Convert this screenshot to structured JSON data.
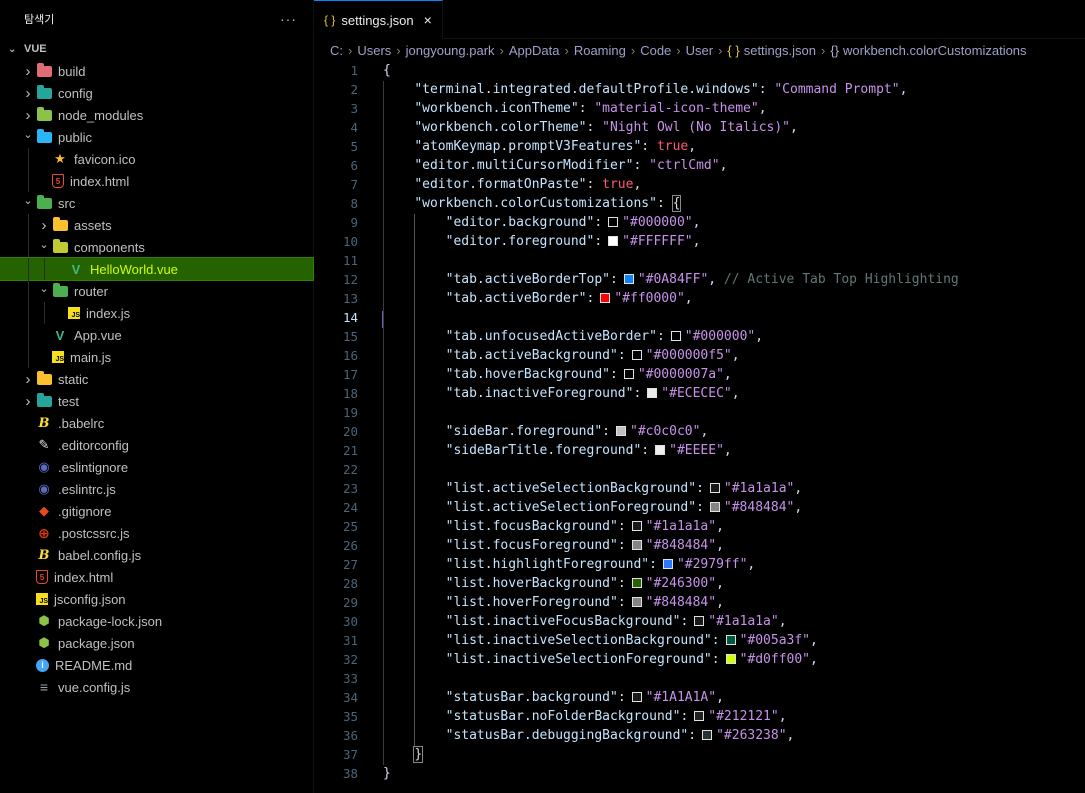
{
  "sidebar": {
    "title": "탐색기",
    "more_label": "···",
    "section": "VUE",
    "items": [
      {
        "label": "build",
        "type": "folder",
        "depth": 1,
        "color": "#e06c75",
        "icon": "folder-build-icon"
      },
      {
        "label": "config",
        "type": "folder",
        "depth": 1,
        "color": "#26a69a",
        "icon": "folder-config-icon"
      },
      {
        "label": "node_modules",
        "type": "folder",
        "depth": 1,
        "color": "#8bc34a",
        "icon": "folder-node-icon"
      },
      {
        "label": "public",
        "type": "folder-open",
        "depth": 1,
        "color": "#29b6f6",
        "icon": "folder-public-icon"
      },
      {
        "label": "favicon.ico",
        "type": "file",
        "depth": 2,
        "color": "#fbc02d",
        "icon": "star-icon"
      },
      {
        "label": "index.html",
        "type": "file",
        "depth": 2,
        "color": "#e44d26",
        "icon": "html5-icon"
      },
      {
        "label": "src",
        "type": "folder-open",
        "depth": 1,
        "color": "#4caf50",
        "icon": "folder-src-icon"
      },
      {
        "label": "assets",
        "type": "folder",
        "depth": 2,
        "color": "#fbc02d",
        "icon": "folder-icon"
      },
      {
        "label": "components",
        "type": "folder-open",
        "depth": 2,
        "color": "#c0ca33",
        "icon": "folder-components-icon"
      },
      {
        "label": "HelloWorld.vue",
        "type": "file",
        "depth": 3,
        "color": "#41b883",
        "icon": "vue-icon",
        "selected": true
      },
      {
        "label": "router",
        "type": "folder-open",
        "depth": 2,
        "color": "#4caf50",
        "icon": "folder-router-icon"
      },
      {
        "label": "index.js",
        "type": "file",
        "depth": 3,
        "color": "#f7df1e",
        "icon": "javascript-icon"
      },
      {
        "label": "App.vue",
        "type": "file",
        "depth": 2,
        "color": "#41b883",
        "icon": "vue-icon"
      },
      {
        "label": "main.js",
        "type": "file",
        "depth": 2,
        "color": "#f7df1e",
        "icon": "javascript-icon"
      },
      {
        "label": "static",
        "type": "folder",
        "depth": 1,
        "color": "#fbc02d",
        "icon": "folder-icon"
      },
      {
        "label": "test",
        "type": "folder",
        "depth": 1,
        "color": "#26a69a",
        "icon": "folder-test-icon"
      },
      {
        "label": ".babelrc",
        "type": "file",
        "depth": 1,
        "color": "#f9dc3e",
        "icon": "babel-icon"
      },
      {
        "label": ".editorconfig",
        "type": "file",
        "depth": 1,
        "color": "#e0e0e0",
        "icon": "editorconfig-icon"
      },
      {
        "label": ".eslintignore",
        "type": "file",
        "depth": 1,
        "color": "#5c6bc0",
        "icon": "eslint-icon"
      },
      {
        "label": ".eslintrc.js",
        "type": "file",
        "depth": 1,
        "color": "#5c6bc0",
        "icon": "eslint-icon"
      },
      {
        "label": ".gitignore",
        "type": "file",
        "depth": 1,
        "color": "#e64a19",
        "icon": "git-icon"
      },
      {
        "label": ".postcssrc.js",
        "type": "file",
        "depth": 1,
        "color": "#dd3a0a",
        "icon": "postcss-icon"
      },
      {
        "label": "babel.config.js",
        "type": "file",
        "depth": 1,
        "color": "#f9dc3e",
        "icon": "babel-icon"
      },
      {
        "label": "index.html",
        "type": "file",
        "depth": 1,
        "color": "#e44d26",
        "icon": "html5-icon"
      },
      {
        "label": "jsconfig.json",
        "type": "file",
        "depth": 1,
        "color": "#f7df1e",
        "icon": "jsconfig-icon"
      },
      {
        "label": "package-lock.json",
        "type": "file",
        "depth": 1,
        "color": "#8bc34a",
        "icon": "nodejs-icon"
      },
      {
        "label": "package.json",
        "type": "file",
        "depth": 1,
        "color": "#8bc34a",
        "icon": "nodejs-icon"
      },
      {
        "label": "README.md",
        "type": "file",
        "depth": 1,
        "color": "#42a5f5",
        "icon": "info-icon"
      },
      {
        "label": "vue.config.js",
        "type": "file",
        "depth": 1,
        "color": "#90a4ae",
        "icon": "vue-config-icon"
      }
    ]
  },
  "editor": {
    "tab_label": "settings.json",
    "tab_icon": "{ }",
    "tab_close": "×",
    "breadcrumb": [
      "C:",
      "Users",
      "jongyoung.park",
      "AppData",
      "Roaming",
      "Code",
      "User",
      "settings.json",
      "workbench.colorCustomizations"
    ],
    "current_line": 14,
    "lines": [
      {
        "n": 1,
        "indent": 0,
        "text": "{"
      },
      {
        "n": 2,
        "indent": 1,
        "key": "\"terminal.integrated.defaultProfile.windows\"",
        "value": "\"Command Prompt\"",
        "vtype": "strv",
        "tail": ","
      },
      {
        "n": 3,
        "indent": 1,
        "key": "\"workbench.iconTheme\"",
        "value": "\"material-icon-theme\"",
        "vtype": "strv",
        "tail": ","
      },
      {
        "n": 4,
        "indent": 1,
        "key": "\"workbench.colorTheme\"",
        "value": "\"Night Owl (No Italics)\"",
        "vtype": "strv",
        "tail": ","
      },
      {
        "n": 5,
        "indent": 1,
        "key": "\"atomKeymap.promptV3Features\"",
        "value": "true",
        "vtype": "bool",
        "tail": ","
      },
      {
        "n": 6,
        "indent": 1,
        "key": "\"editor.multiCursorModifier\"",
        "value": "\"ctrlCmd\"",
        "vtype": "strv",
        "tail": ","
      },
      {
        "n": 7,
        "indent": 1,
        "key": "\"editor.formatOnPaste\"",
        "value": "true",
        "vtype": "bool",
        "tail": ","
      },
      {
        "n": 8,
        "indent": 1,
        "key": "\"workbench.colorCustomizations\"",
        "value": "{",
        "vtype": "brace",
        "tail": ""
      },
      {
        "n": 9,
        "indent": 2,
        "key": "\"editor.background\"",
        "value": "\"#000000\"",
        "vtype": "strv",
        "swatch": "#000000",
        "tail": ","
      },
      {
        "n": 10,
        "indent": 2,
        "key": "\"editor.foreground\"",
        "value": "\"#FFFFFF\"",
        "vtype": "strv",
        "swatch": "#FFFFFF",
        "tail": ","
      },
      {
        "n": 11,
        "indent": 2,
        "text": ""
      },
      {
        "n": 12,
        "indent": 2,
        "key": "\"tab.activeBorderTop\"",
        "value": "\"#0A84FF\"",
        "vtype": "strv",
        "swatch": "#0A84FF",
        "tail": ",",
        "comment": " // Active Tab Top Highlighting"
      },
      {
        "n": 13,
        "indent": 2,
        "key": "\"tab.activeBorder\"",
        "value": "\"#ff0000\"",
        "vtype": "strv",
        "swatch": "#ff0000",
        "tail": ","
      },
      {
        "n": 14,
        "indent": 2,
        "text": ""
      },
      {
        "n": 15,
        "indent": 2,
        "key": "\"tab.unfocusedActiveBorder\"",
        "value": "\"#000000\"",
        "vtype": "strv",
        "swatch": "#000000",
        "tail": ","
      },
      {
        "n": 16,
        "indent": 2,
        "key": "\"tab.activeBackground\"",
        "value": "\"#000000f5\"",
        "vtype": "strv",
        "swatch": "#000000",
        "tail": ","
      },
      {
        "n": 17,
        "indent": 2,
        "key": "\"tab.hoverBackground\"",
        "value": "\"#0000007a\"",
        "vtype": "strv",
        "swatch": "#000000",
        "tail": ","
      },
      {
        "n": 18,
        "indent": 2,
        "key": "\"tab.inactiveForeground\"",
        "value": "\"#ECECEC\"",
        "vtype": "strv",
        "swatch": "#ECECEC",
        "tail": ","
      },
      {
        "n": 19,
        "indent": 2,
        "text": ""
      },
      {
        "n": 20,
        "indent": 2,
        "key": "\"sideBar.foreground\"",
        "value": "\"#c0c0c0\"",
        "vtype": "strv",
        "swatch": "#c0c0c0",
        "tail": ","
      },
      {
        "n": 21,
        "indent": 2,
        "key": "\"sideBarTitle.foreground\"",
        "value": "\"#EEEE\"",
        "vtype": "strv",
        "swatch": "#EEEEEE",
        "tail": ","
      },
      {
        "n": 22,
        "indent": 2,
        "text": ""
      },
      {
        "n": 23,
        "indent": 2,
        "key": "\"list.activeSelectionBackground\"",
        "value": "\"#1a1a1a\"",
        "vtype": "strv",
        "swatch": "#1a1a1a",
        "tail": ","
      },
      {
        "n": 24,
        "indent": 2,
        "key": "\"list.activeSelectionForeground\"",
        "value": "\"#848484\"",
        "vtype": "strv",
        "swatch": "#848484",
        "tail": ","
      },
      {
        "n": 25,
        "indent": 2,
        "key": "\"list.focusBackground\"",
        "value": "\"#1a1a1a\"",
        "vtype": "strv",
        "swatch": "#1a1a1a",
        "tail": ","
      },
      {
        "n": 26,
        "indent": 2,
        "key": "\"list.focusForeground\"",
        "value": "\"#848484\"",
        "vtype": "strv",
        "swatch": "#848484",
        "tail": ","
      },
      {
        "n": 27,
        "indent": 2,
        "key": "\"list.highlightForeground\"",
        "value": "\"#2979ff\"",
        "vtype": "strv",
        "swatch": "#2979ff",
        "tail": ","
      },
      {
        "n": 28,
        "indent": 2,
        "key": "\"list.hoverBackground\"",
        "value": "\"#246300\"",
        "vtype": "strv",
        "swatch": "#246300",
        "tail": ","
      },
      {
        "n": 29,
        "indent": 2,
        "key": "\"list.hoverForeground\"",
        "value": "\"#848484\"",
        "vtype": "strv",
        "swatch": "#848484",
        "tail": ","
      },
      {
        "n": 30,
        "indent": 2,
        "key": "\"list.inactiveFocusBackground\"",
        "value": "\"#1a1a1a\"",
        "vtype": "strv",
        "swatch": "#1a1a1a",
        "tail": ","
      },
      {
        "n": 31,
        "indent": 2,
        "key": "\"list.inactiveSelectionBackground\"",
        "value": "\"#005a3f\"",
        "vtype": "strv",
        "swatch": "#005a3f",
        "tail": ","
      },
      {
        "n": 32,
        "indent": 2,
        "key": "\"list.inactiveSelectionForeground\"",
        "value": "\"#d0ff00\"",
        "vtype": "strv",
        "swatch": "#d0ff00",
        "tail": ","
      },
      {
        "n": 33,
        "indent": 2,
        "text": ""
      },
      {
        "n": 34,
        "indent": 2,
        "key": "\"statusBar.background\"",
        "value": "\"#1A1A1A\"",
        "vtype": "strv",
        "swatch": "#1A1A1A",
        "tail": ","
      },
      {
        "n": 35,
        "indent": 2,
        "key": "\"statusBar.noFolderBackground\"",
        "value": "\"#212121\"",
        "vtype": "strv",
        "swatch": "#212121",
        "tail": ","
      },
      {
        "n": 36,
        "indent": 2,
        "key": "\"statusBar.debuggingBackground\"",
        "value": "\"#263238\"",
        "vtype": "strv",
        "swatch": "#263238",
        "tail": ","
      },
      {
        "n": 37,
        "indent": 1,
        "text": "}"
      },
      {
        "n": 38,
        "indent": 0,
        "text": "}"
      }
    ]
  },
  "colors": {
    "background": "#000000",
    "sidebar_foreground": "#c0c0c0",
    "selection_background": "#246300",
    "selection_foreground": "#d0ff00",
    "tab_active_border_top": "#0A84FF"
  }
}
